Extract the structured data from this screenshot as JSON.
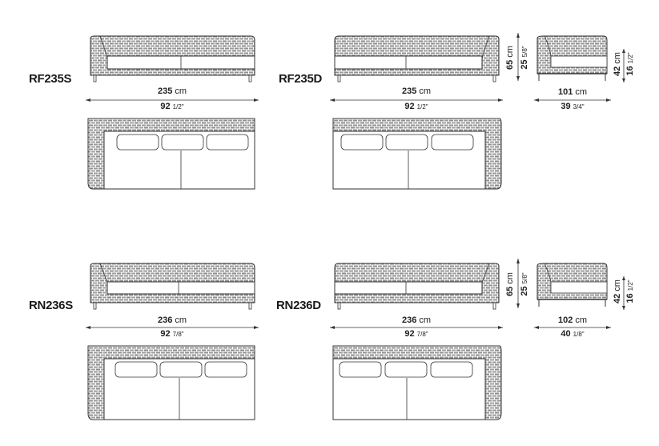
{
  "colors": {
    "line": "#333333",
    "weave_dark": "#555555",
    "weave_light": "#bbbbbb",
    "background": "#ffffff"
  },
  "units": {
    "cm": "cm"
  },
  "models": [
    {
      "id": "RF235S",
      "label": "RF235S",
      "width_cm": "235",
      "width_in": "92",
      "width_in_frac": "1/2\"",
      "arm_side": "left"
    },
    {
      "id": "RF235D",
      "label": "RF235D",
      "width_cm": "235",
      "width_in": "92",
      "width_in_frac": "1/2\"",
      "arm_side": "right",
      "height_cm": "65",
      "height_in": "25",
      "height_in_frac": "5/8\""
    },
    {
      "id": "RN236S",
      "label": "RN236S",
      "width_cm": "236",
      "width_in": "92",
      "width_in_frac": "7/8\"",
      "arm_side": "left"
    },
    {
      "id": "RN236D",
      "label": "RN236D",
      "width_cm": "236",
      "width_in": "92",
      "width_in_frac": "7/8\"",
      "arm_side": "right",
      "height_cm": "65",
      "height_in": "25",
      "height_in_frac": "5/8\""
    }
  ],
  "side_views": [
    {
      "depth_cm": "101",
      "depth_in": "39",
      "depth_in_frac": "3/4\"",
      "seat_height_cm": "42",
      "seat_height_in": "16",
      "seat_height_in_frac": "1/2\""
    },
    {
      "depth_cm": "102",
      "depth_in": "40",
      "depth_in_frac": "1/8\"",
      "seat_height_cm": "42",
      "seat_height_in": "16",
      "seat_height_in_frac": "1/2\""
    }
  ]
}
